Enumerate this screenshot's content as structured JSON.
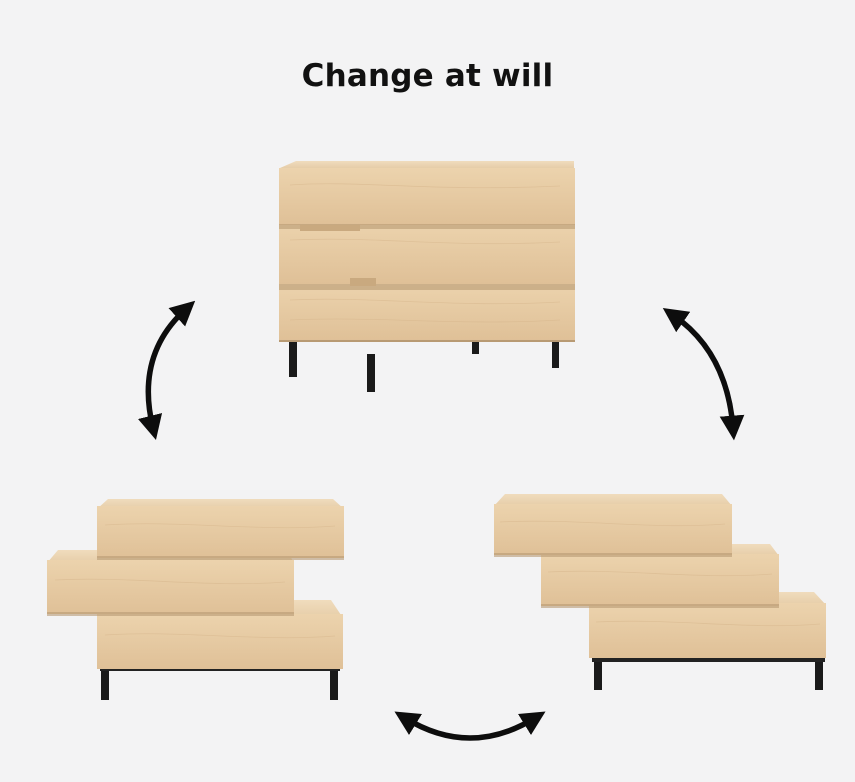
{
  "headline": "Change at will",
  "colors": {
    "background": "#f3f3f4",
    "wood_front": "#e6c9a3",
    "wood_top": "#ecd6b6",
    "wood_shadow": "#b89a73",
    "legs": "#1a1a1a",
    "arrows": "#0d0d0d"
  },
  "icons": [
    "curved-double-arrow-icon",
    "curved-double-arrow-icon",
    "curved-double-arrow-icon"
  ],
  "configurations": [
    "stacked-aligned",
    "stacked-offset-left",
    "stacked-stepped-right"
  ]
}
